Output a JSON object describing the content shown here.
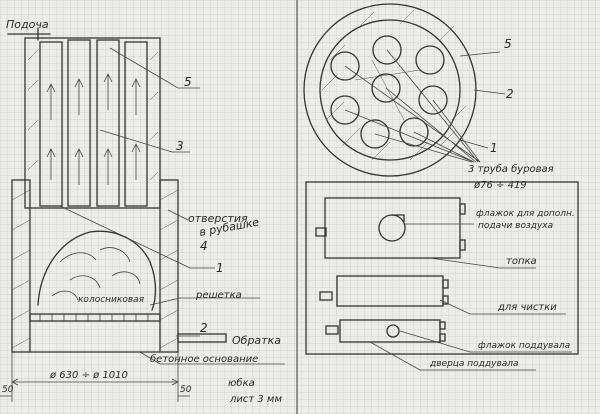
{
  "left_view": {
    "supply_label": "Подоча",
    "return_label": "Обратка",
    "callouts": {
      "pipes": "5",
      "jacket": "3",
      "grate_ref": "1",
      "skirt_ref": "2",
      "holes_ref": "4"
    },
    "holes_label": "отверстия",
    "holes_label2": "в рубашке",
    "stones_label": "колосниковая",
    "grate_label": "решетка",
    "base_label": "бетонное основание",
    "diameter_label": "ø 630 ÷ ø 1010",
    "skirt_label": "юбка",
    "sheet_label": "лист 3 мм",
    "dim_left": "50",
    "dim_right": "50"
  },
  "top_view": {
    "callout_pipes": "5",
    "callout_shell": "2",
    "callout_inner": "1",
    "drill_pipe_label": "3 труба буровая",
    "drill_pipe_size": "ø76 ÷ 419"
  },
  "front_view": {
    "flap_air_label": "флажок для дополн.",
    "flap_air_label2": "подачи воздуха",
    "firebox_label": "топка",
    "cleaning_label": "для чистки",
    "blower_flap_label": "флажок поддувала",
    "blower_door_label": "дверца поддувала"
  }
}
